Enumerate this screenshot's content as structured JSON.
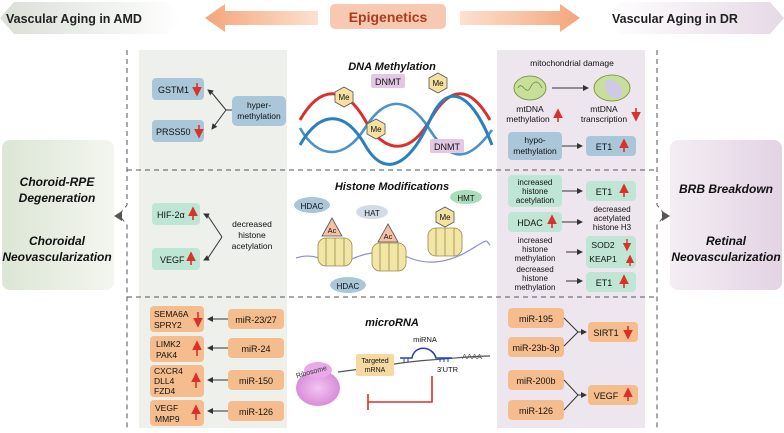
{
  "header": {
    "left_title": "Vascular Aging in AMD",
    "center_title": "Epigenetics",
    "right_title": "Vascular Aging in DR"
  },
  "left_outcomes": {
    "line1": "Choroid-RPE",
    "line2": "Degeneration",
    "line3": "Choroidal",
    "line4": "Neovascularization"
  },
  "right_outcomes": {
    "line1": "BRB Breakdown",
    "line2": "Retinal",
    "line3": "Neovascularization"
  },
  "sections": {
    "dna": "DNA Methylation",
    "histone": "Histone Modifications",
    "mirna": "microRNA"
  },
  "amd_dna": {
    "gene1": "GSTM1",
    "gene2": "PRSS50",
    "mech_line1": "hyper-",
    "mech_line2": "methylation"
  },
  "amd_histone": {
    "gene1": "HIF-2α",
    "gene2": "VEGF",
    "mech_line1": "decreased",
    "mech_line2": "histone",
    "mech_line3": "acetylation"
  },
  "amd_mirna": [
    {
      "target_line1": "SEMA6A",
      "target_line2": "SPRY2",
      "target_line3": "",
      "mirna": "miR-23/27",
      "arrow": "down"
    },
    {
      "target_line1": "LIMK2",
      "target_line2": "PAK4",
      "target_line3": "",
      "mirna": "miR-24",
      "arrow": "up"
    },
    {
      "target_line1": "CXCR4",
      "target_line2": "DLL4",
      "target_line3": "FZD4",
      "mirna": "miR-150",
      "arrow": "up"
    },
    {
      "target_line1": "VEGF",
      "target_line2": "MMP9",
      "target_line3": "",
      "mirna": "miR-126",
      "arrow": "up"
    }
  ],
  "center_dna": {
    "dnmt1": "DNMT",
    "dnmt2": "DNMT",
    "me": "Me"
  },
  "center_histone": {
    "hdac1": "HDAC",
    "hdac2": "HDAC",
    "hat": "HAT",
    "hmt": "HMT",
    "ac": "Ac",
    "me": "Me"
  },
  "center_mirna": {
    "ribosome": "Ribosome",
    "targeted_line1": "Targeted",
    "targeted_line2": "mRNA",
    "mirna_label": "miRNA",
    "utr": "3'UTR",
    "polya": "AAAA"
  },
  "dr_dna": {
    "mito_title": "mitochondrial damage",
    "mtdna_meth_line1": "mtDNA",
    "mtdna_meth_line2": "methylation",
    "mtdna_trans_line1": "mtDNA",
    "mtdna_trans_line2": "transcription",
    "hypo_line1": "hypo-",
    "hypo_line2": "methylation",
    "et1": "ET1"
  },
  "dr_histone": {
    "r1_line1": "increased",
    "r1_line2": "histone",
    "r1_line3": "acetylation",
    "r1_target": "ET1",
    "r2_source": "HDAC",
    "r2_line1": "decreased",
    "r2_line2": "acetylated",
    "r2_line3": "histone H3",
    "r3_line1": "increased",
    "r3_line2": "histone",
    "r3_line3": "methylation",
    "r3_target1": "SOD2",
    "r3_target2": "KEAP1",
    "r4_line1": "decreased",
    "r4_line2": "histone",
    "r4_line3": "methylation",
    "r4_target": "ET1"
  },
  "dr_mirna": {
    "m1": "miR-195",
    "m2": "miR-23b-3p",
    "t1": "SIRT1",
    "m3": "miR-200b",
    "m4": "miR-126",
    "t2": "VEGF"
  },
  "colors": {
    "amd_panel": "#eef0ec",
    "dr_panel": "#eee6ee",
    "blue_box": "#a9c7d8",
    "green_box": "#bfe5d5",
    "orange_box": "#f5bd8e",
    "red_arrow": "#d8322a",
    "outcome_left": "#e6eee0",
    "outcome_right": "#eee0ee"
  }
}
